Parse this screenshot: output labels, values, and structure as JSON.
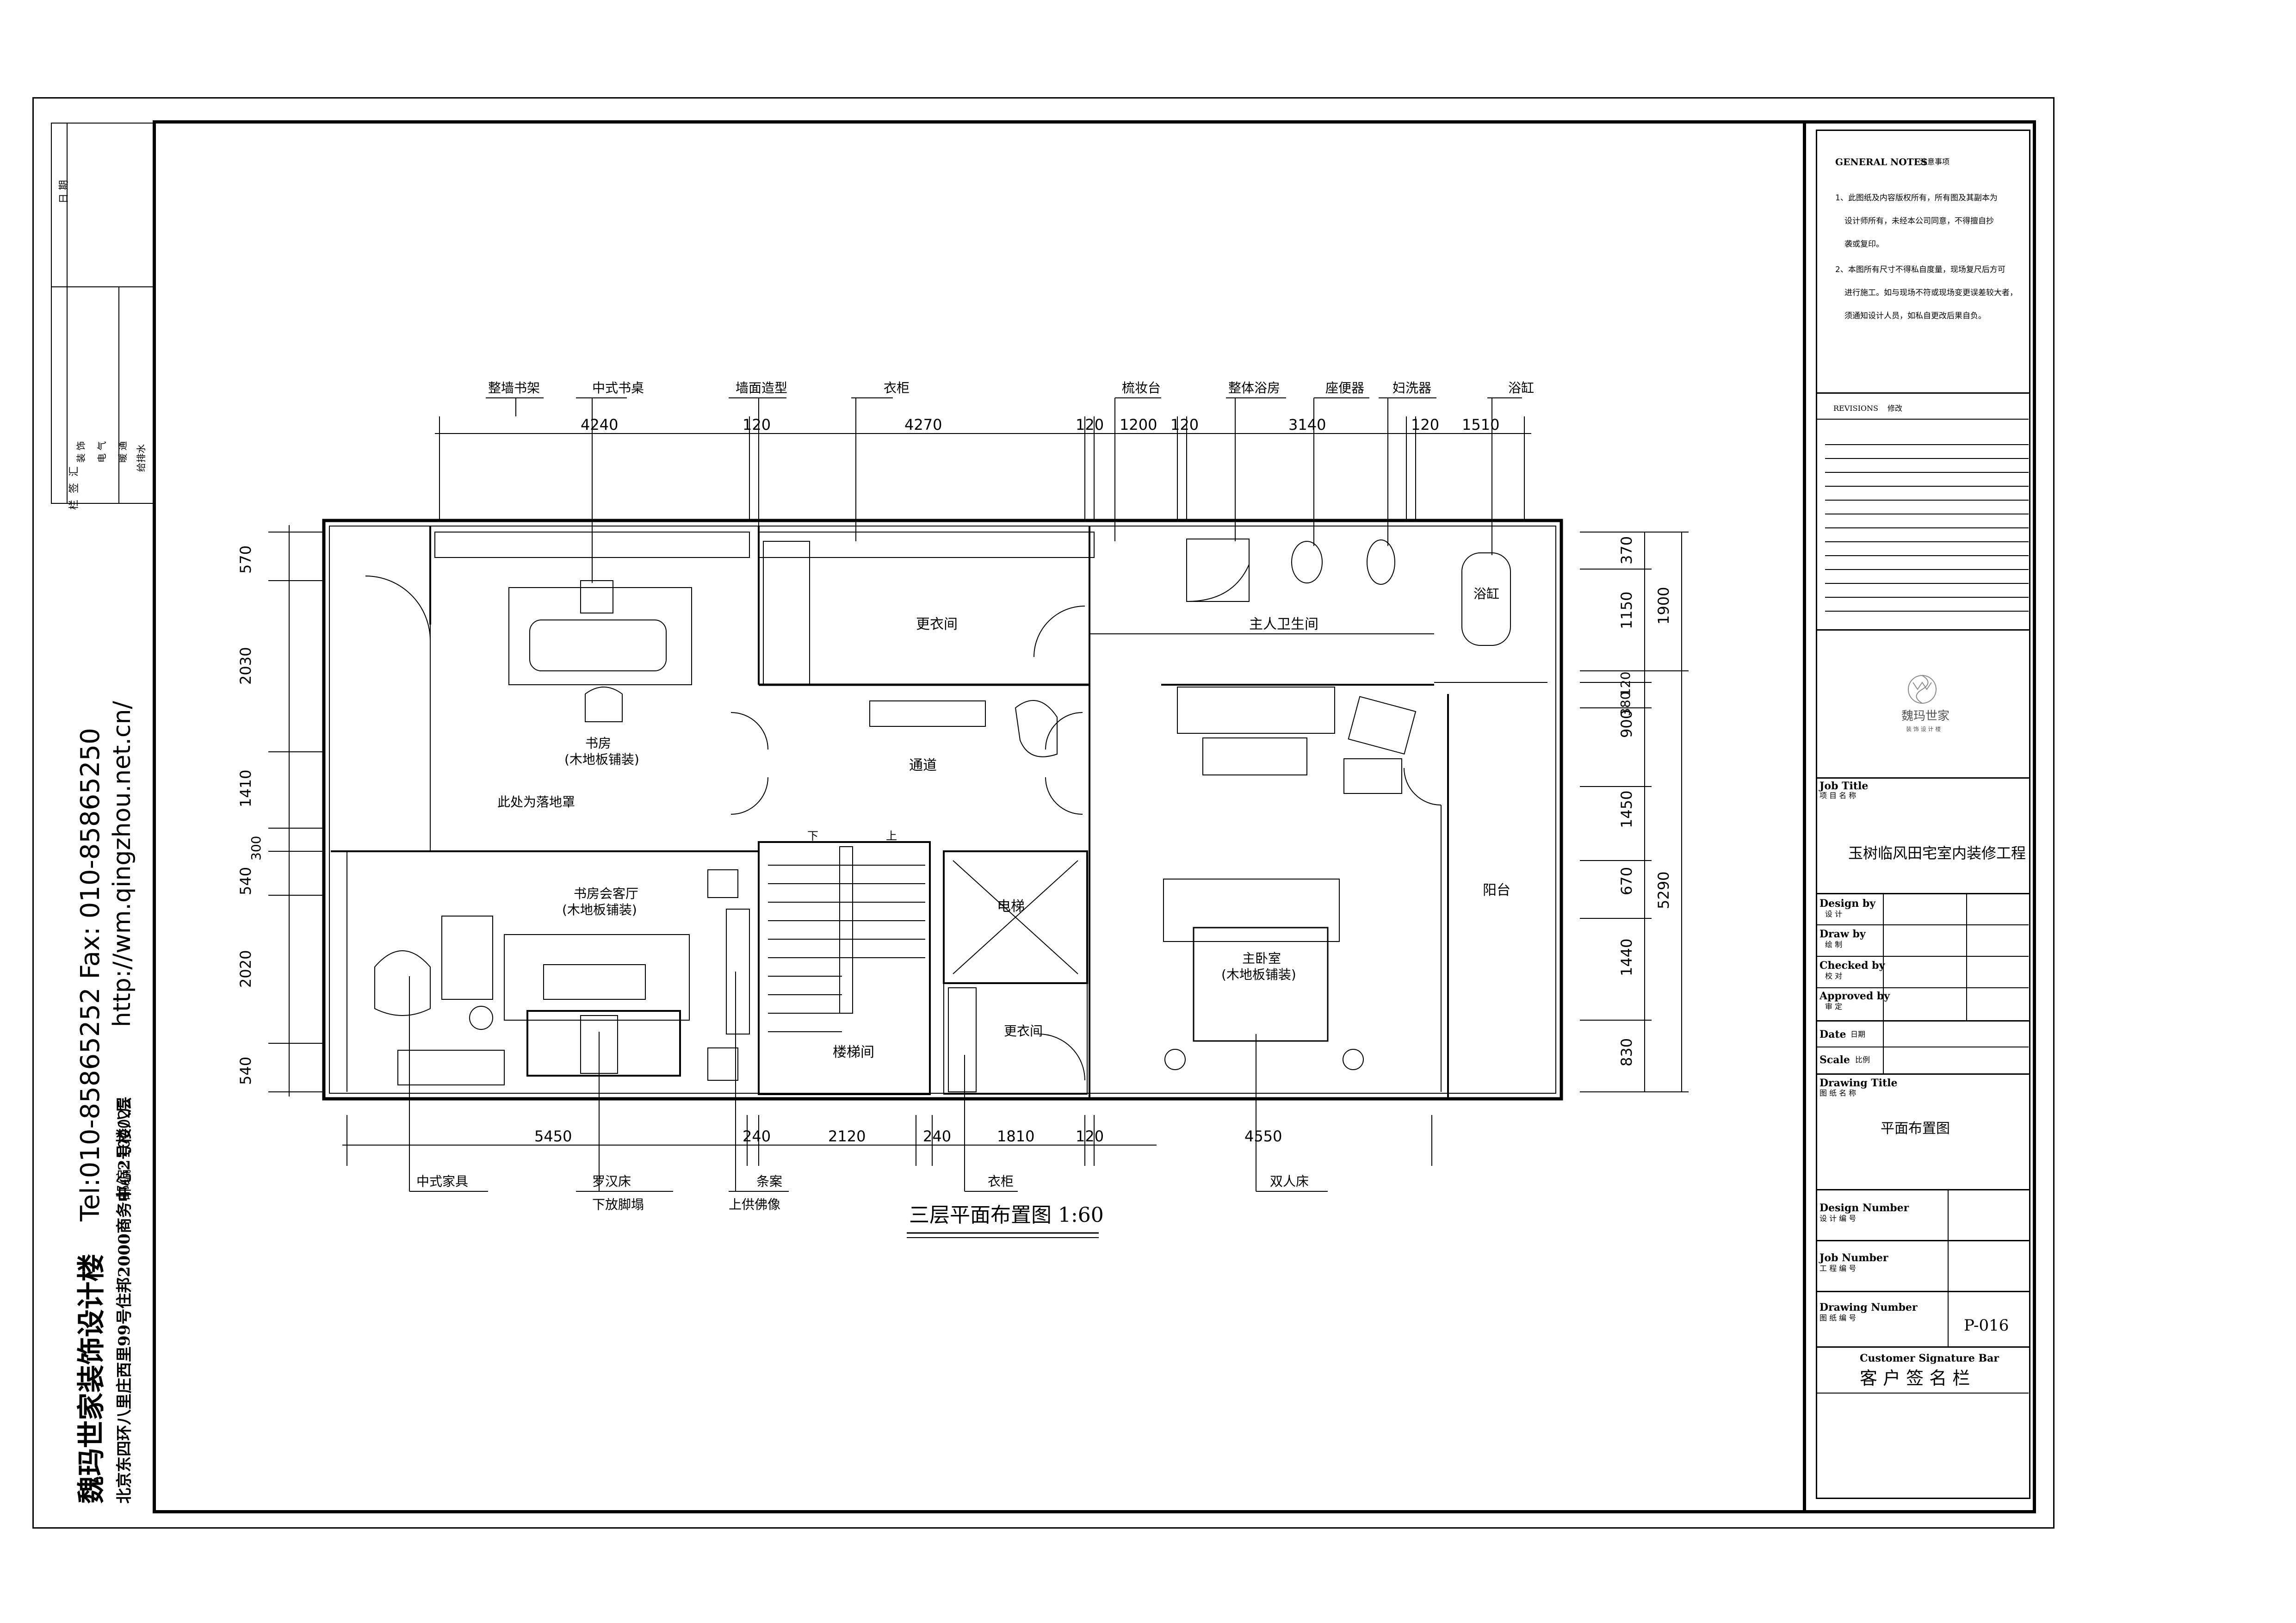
{
  "company": {
    "name_line": "魏玛世家装饰设计楼",
    "contact_line": "Tel:010-85865252 Fax: 010-85865250",
    "address_line": "北京东四环八里庄西里99号住邦2000商务中心2号楼八层",
    "postcode_line": "邮编: 100025",
    "website": "http://wm.qingzhou.net.cn/"
  },
  "left_strip": {
    "date_label": "日 期",
    "signoff_items": [
      "装 饰",
      "电 气",
      "暖 通",
      "给排水"
    ],
    "signoff_col_label": [
      "汇",
      "签",
      "栏"
    ]
  },
  "plan": {
    "title": "三层平面布置图 1:60",
    "top_callouts": [
      "整墙书架",
      "中式书桌",
      "墙面造型",
      "衣柜",
      "梳妆台",
      "整体浴房",
      "座便器",
      "妇洗器",
      "浴缸"
    ],
    "top_dims": [
      "4240",
      "120",
      "4270",
      "120",
      "1200",
      "120",
      "3140",
      "120",
      "1510"
    ],
    "bottom_dims": [
      "5450",
      "240",
      "2120",
      "240",
      "1810",
      "120",
      "4550"
    ],
    "left_dims": [
      "570",
      "2030",
      "1410",
      "300",
      "540",
      "2020",
      "540"
    ],
    "right_dims_inner": [
      "370",
      "1150",
      "120",
      "380",
      "900",
      "1450",
      "670",
      "1440",
      "830"
    ],
    "right_dims_outer": [
      "1900",
      "5290"
    ],
    "bottom_callouts": [
      "中式家具",
      "罗汉床",
      "下放脚塌",
      "条案",
      "上供佛像",
      "衣柜",
      "双人床"
    ],
    "rooms": {
      "closet_top": "更衣间",
      "master_bath": "主人卫生间",
      "bathtub": "浴缸",
      "study": "书房",
      "study_floor": "(木地板铺装)",
      "corridor": "通道",
      "floor_lamp": "此处为落地罩",
      "reception": "书房会客厅",
      "reception_floor": "(木地板铺装)",
      "elevator": "电梯",
      "stair_down": "下",
      "stair_up": "上",
      "stairwell": "楼梯间",
      "closet_bottom": "更衣间",
      "master_bedroom": "主卧室",
      "master_floor": "(木地板铺装)",
      "balcony": "阳台"
    }
  },
  "title_block": {
    "notes_title": "GENERAL NOTES",
    "notes_title_cn": "注意事项",
    "notes": [
      "1、此图纸及内容版权所有，所有图及其副本为",
      "设计师所有，未经本公司同意，不得擅自抄",
      "袭或复印。",
      "2、本图所有尺寸不得私自度量，现场复尺后方可",
      "进行施工。如与现场不符或现场变更误差较大者，",
      "须通知设计人员，如私自更改后果自负。"
    ],
    "revisions_label": "REVISIONS",
    "revisions_cn": "修改",
    "logo_text": "魏玛世家",
    "logo_sub": "装 饰 设 计 楼",
    "job_title_label": "Job Title",
    "job_title_cn": "项 目 名 称",
    "job_title_value": "玉树临风田宅室内装修工程",
    "rows": [
      {
        "label": "Design by",
        "cn": "设 计"
      },
      {
        "label": "Draw by",
        "cn": "绘 制"
      },
      {
        "label": "Checked by",
        "cn": "校 对"
      },
      {
        "label": "Approved by",
        "cn": "审 定"
      }
    ],
    "date_label": "Date",
    "date_cn": "日期",
    "scale_label": "Scale",
    "scale_cn": "比例",
    "drawing_title_label": "Drawing Title",
    "drawing_title_cn": "图 纸 名 称",
    "drawing_title_value": "平面布置图",
    "design_number_label": "Design Number",
    "design_number_cn": "设 计 编 号",
    "job_number_label": "Job Number",
    "job_number_cn": "工 程 编 号",
    "drawing_number_label": "Drawing Number",
    "drawing_number_cn": "图 纸 编 号",
    "drawing_number_value": "P-016",
    "customer_label": "Customer Signature Bar",
    "customer_cn": "客 户 签 名 栏"
  }
}
